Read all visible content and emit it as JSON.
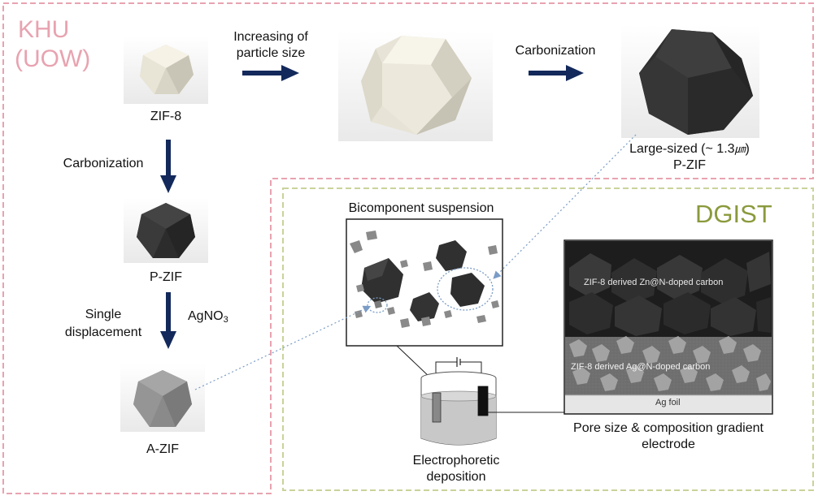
{
  "orgs": {
    "khu": "KHU",
    "uow": "(UOW)",
    "dgist": "DGIST"
  },
  "labels": {
    "zif8": "ZIF-8",
    "increase_line1": "Increasing of",
    "increase_line2": "particle size",
    "carbonization_top": "Carbonization",
    "carbonization_left": "Carbonization",
    "large_line1_prefix": "Large-sized (~ 1.3",
    "large_unit": "㎛",
    "large_line1_suffix": ")",
    "large_line2": "P-ZIF",
    "pzif": "P-ZIF",
    "single_line1": "Single",
    "single_line2": "displacement",
    "agno3_base": "AgNO",
    "agno3_sub": "3",
    "azif": "A-ZIF",
    "suspension": "Bicomponent suspension",
    "electrophoretic_line1": "Electrophoretic",
    "electrophoretic_line2": "deposition",
    "electrode_line1": "Pore size & composition gradient",
    "electrode_line2": "electrode"
  },
  "electrode_image": {
    "top_layer": "ZIF-8 derived  Zn@N-doped carbon",
    "bottom_layer": "ZIF-8 derived Ag@N-doped carbon",
    "foil": "Ag foil"
  },
  "colors": {
    "khu_border": "#e8a3b0",
    "dgist_border": "#c9d39a",
    "arrow": "#13295b",
    "dotted": "#7a9cc6"
  }
}
